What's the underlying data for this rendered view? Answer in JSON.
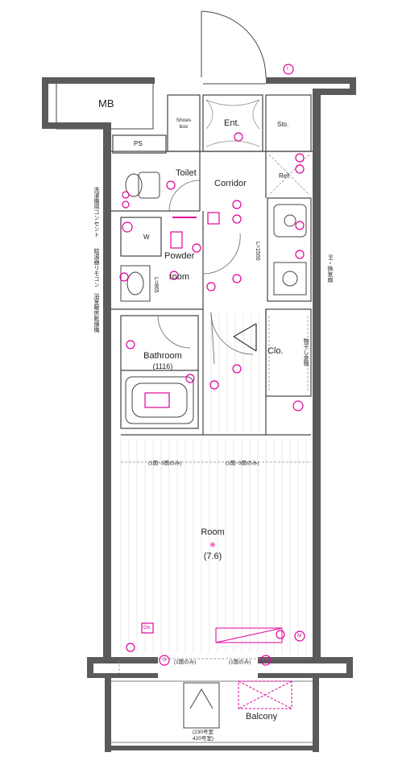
{
  "labels": {
    "mb": "MB",
    "shoes_box_1": "Shoes",
    "shoes_box_2": "box",
    "entrance": "Ent.",
    "storage": "Sto.",
    "ps": "PS",
    "toilet": "Toilet",
    "corridor": "Corridor",
    "refrigerator": "Ref.",
    "washer": "W",
    "powder_room_1": "Powder",
    "powder_room_2": "room",
    "bathroom": "Bathroom",
    "bathroom_size": "(1116)",
    "closet": "Clo.",
    "room": "Room",
    "room_size": "(7.6)",
    "balcony": "Balcony",
    "ceiling_height": "L=1500",
    "height_mark": "L=865",
    "balcony_note_1": "(230号室",
    "balcony_note_2": "420号室)",
    "note_left": "(1箇~3箇のみ)",
    "note_right": "(1箇~3箇のみ)",
    "bottom_note_left": "(1箇のみ)",
    "bottom_note_right": "(1箇のみ)",
    "outlet_ox": "Ox",
    "mark_m": "M",
    "mark_s_left": "S",
    "mark_s_right": "S",
    "compass_mark": "I",
    "side_left_1": "洗濯機用コンセント",
    "side_left_2": "給湯器リモコン",
    "side_left_3": "浴室暖房乾燥機",
    "side_right_1": "IH・換気扇",
    "side_closet": "物干し金物"
  },
  "colors": {
    "wall": "#555555",
    "line": "#333333",
    "accent": "#e0009a",
    "dashed": "#888888"
  }
}
